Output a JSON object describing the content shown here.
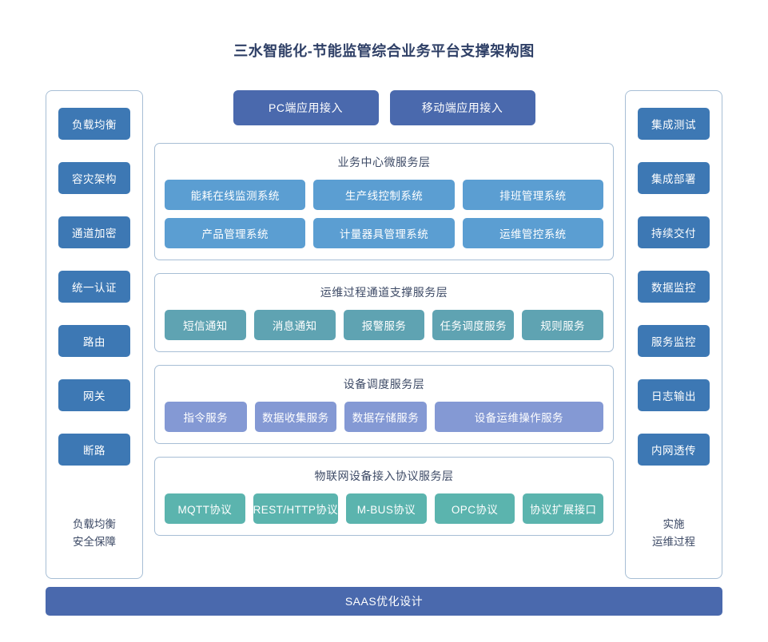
{
  "title": "三水智能化-节能监管综合业务平台支撑架构图",
  "colors": {
    "title": "#2e3f66",
    "side_button": "#3d78b4",
    "access_button": "#4a69ad",
    "business_chip": "#5b9ed2",
    "channel_chip": "#5fa3b2",
    "device_chip": "#8499d4",
    "protocol_chip": "#5bb4ae",
    "panel_border": "#a7bed5",
    "bottom_bar": "#4a69ad"
  },
  "left_sidebar": {
    "items": [
      {
        "label": "负载均衡"
      },
      {
        "label": "容灾架构"
      },
      {
        "label": "通道加密"
      },
      {
        "label": "统一认证"
      },
      {
        "label": "路由"
      },
      {
        "label": "网关"
      },
      {
        "label": "断路"
      }
    ],
    "footer_line1": "负载均衡",
    "footer_line2": "安全保障"
  },
  "right_sidebar": {
    "items": [
      {
        "label": "集成测试"
      },
      {
        "label": "集成部署"
      },
      {
        "label": "持续交付"
      },
      {
        "label": "数据监控"
      },
      {
        "label": "服务监控"
      },
      {
        "label": "日志输出"
      },
      {
        "label": "内网透传"
      }
    ],
    "footer_line1": "实施",
    "footer_line2": "运维过程"
  },
  "access_buttons": [
    {
      "label": "PC端应用接入"
    },
    {
      "label": "移动端应用接入"
    }
  ],
  "layers": [
    {
      "title": "业务中心微服务层",
      "rows": [
        [
          {
            "label": "能耗在线监测系统"
          },
          {
            "label": "生产线控制系统"
          },
          {
            "label": "排班管理系统"
          }
        ],
        [
          {
            "label": "产品管理系统"
          },
          {
            "label": "计量器具管理系统"
          },
          {
            "label": "运维管控系统"
          }
        ]
      ]
    },
    {
      "title": "运维过程通道支撑服务层",
      "rows": [
        [
          {
            "label": "短信通知"
          },
          {
            "label": "消息通知"
          },
          {
            "label": "报警服务"
          },
          {
            "label": "任务调度服务"
          },
          {
            "label": "规则服务"
          }
        ]
      ]
    },
    {
      "title": "设备调度服务层",
      "rows": [
        [
          {
            "label": "指令服务"
          },
          {
            "label": "数据收集服务"
          },
          {
            "label": "数据存储服务"
          },
          {
            "label": "设备运维操作服务",
            "wide": true
          }
        ]
      ]
    },
    {
      "title": "物联网设备接入协议服务层",
      "rows": [
        [
          {
            "label": "MQTT协议"
          },
          {
            "label": "REST/HTTP协议"
          },
          {
            "label": "M-BUS协议"
          },
          {
            "label": "OPC协议"
          },
          {
            "label": "协议扩展接口"
          }
        ]
      ]
    }
  ],
  "bottom_bar": {
    "label": "SAAS优化设计"
  }
}
